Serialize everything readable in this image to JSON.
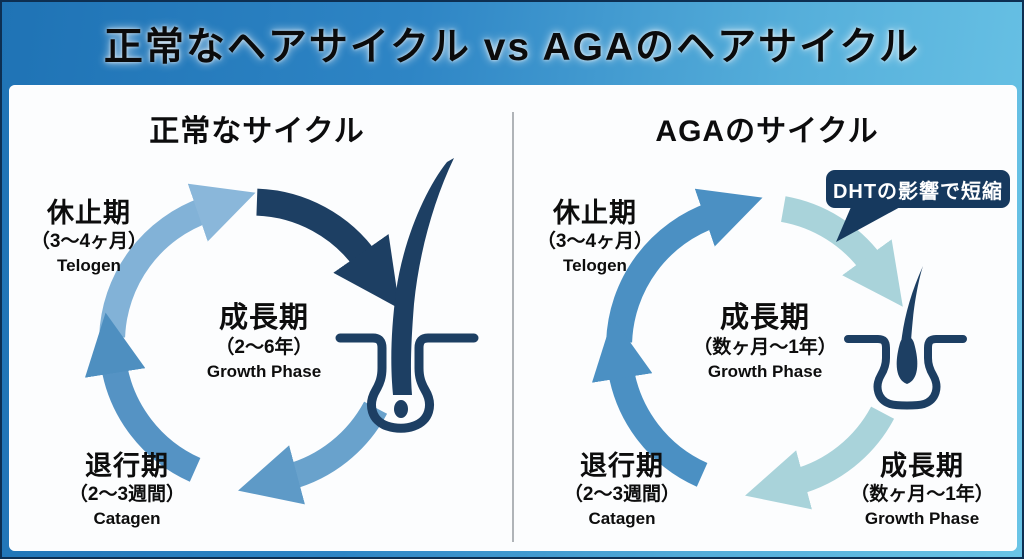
{
  "title": "正常なヘアサイクル vs AGAのヘアサイクル",
  "colors": {
    "header_gradient_left": "#1f73b5",
    "header_gradient_right": "#6ac4e6",
    "frame_border": "#0d2f52",
    "panel_background": "#fcfdfe",
    "divider": "#b0b4b8",
    "cycle_light_blue": "#82b2d7",
    "cycle_steel_blue": "#5593c4",
    "cycle_navy": "#1d3f63",
    "cycle_medium_blue": "#4b90c3",
    "cycle_pale_teal": "#a9d3da",
    "callout_background": "#16395e",
    "callout_text": "#ffffff",
    "label_text": "#0d0d0d"
  },
  "panels": [
    {
      "heading": "正常なサイクル",
      "labels": {
        "telogen": {
          "name": "休止期",
          "duration": "（3〜4ヶ月）",
          "en": "Telogen"
        },
        "growth": {
          "name": "成長期",
          "duration": "（2〜6年）",
          "en": "Growth Phase"
        },
        "catagen": {
          "name": "退行期",
          "duration": "（2〜3週間）",
          "en": "Catagen"
        }
      }
    },
    {
      "heading": "AGAのサイクル",
      "callout": "DHTの影響で短縮",
      "labels": {
        "telogen": {
          "name": "休止期",
          "duration": "（3〜4ヶ月）",
          "en": "Telogen"
        },
        "growth": {
          "name": "成長期",
          "duration": "（数ヶ月〜1年）",
          "en": "Growth Phase"
        },
        "catagen": {
          "name": "退行期",
          "duration": "（2〜3週間）",
          "en": "Catagen"
        },
        "growth_shortened": {
          "name": "成長期",
          "duration": "（数ヶ月〜1年）",
          "en": "Growth Phase"
        }
      }
    }
  ]
}
